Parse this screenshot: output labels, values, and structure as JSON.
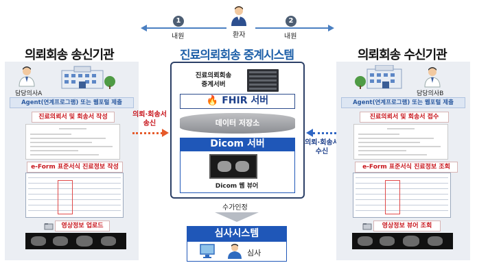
{
  "patient_flow": {
    "step1": "1",
    "step2": "2",
    "visit_label_left": "내원",
    "visit_label_right": "내원",
    "patient_label": "환자"
  },
  "sender": {
    "title": "의뢰회송 송신기관",
    "doctor_label": "담당의사A",
    "agent_text": "Agent(연계프로그램) 또는 웹포털 제출",
    "step_write_referral": "진료의뢰서 및 회송서 작성",
    "step_eform": "e-Form 표준서식 진료정보 작성",
    "step_upload_image": "영상정보 업로드"
  },
  "relay": {
    "title": "진료의뢰회송 중계시스템",
    "server_label_line1": "진료의뢰회송",
    "server_label_line2": "중계서버",
    "fhir_label": "FHIR 서버",
    "datastore_label": "데이터 저장소",
    "dicom_label": "Dicom 서버",
    "dicom_viewer_label": "Dicom 웹 뷰어"
  },
  "arrows": {
    "send_line1": "의뢰·회송서",
    "send_line2": "송신",
    "receive_line1": "의뢰·회송서",
    "receive_line2": "수신",
    "fee_label": "수가인정"
  },
  "receiver": {
    "title": "의뢰회송 수신기관",
    "doctor_label": "담당의사B",
    "agent_text": "Agent(연계프로그램) 또는 웹포털 제출",
    "step_receive_referral": "진료의뢰서 및 회송서 접수",
    "step_eform_view": "e-Form 표준서식 진료정보 조회",
    "step_view_image": "영상정보 뷰어 조회"
  },
  "review": {
    "title": "심사시스템",
    "review_label": "심사"
  },
  "colors": {
    "accent_blue": "#1f57b8",
    "title_blue": "#1d5fa8",
    "red": "#c8161d",
    "send_arrow": "#e65a2a",
    "receive_arrow": "#2f66c4"
  }
}
